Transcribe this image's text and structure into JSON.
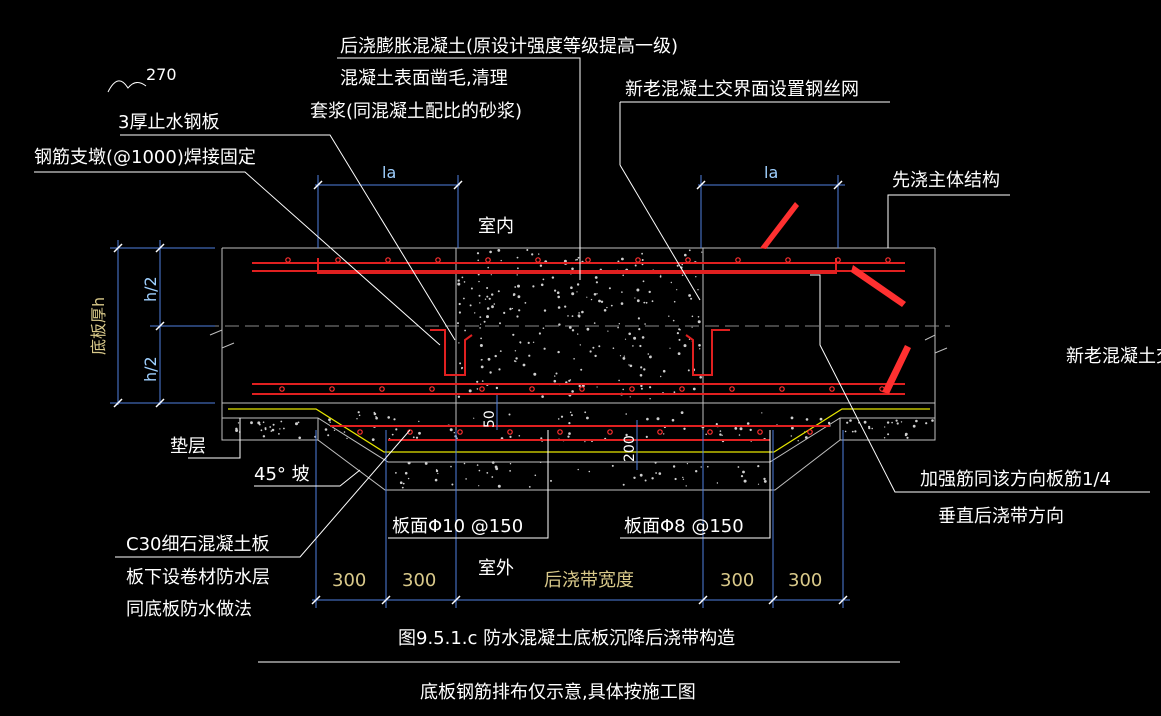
{
  "labels": {
    "post_pour_concrete": "后浇膨胀混凝土(原设计强度等级提高一级)",
    "roughen_surface": "混凝土表面凿毛,清理",
    "mortar": "套浆(同混凝土配比的砂浆)",
    "wire_mesh": "新老混凝土交界面设置钢丝网",
    "first_pour": "先浇主体结构",
    "new_old_interface": "新老混凝土交",
    "steel_plate": "3厚止水钢板",
    "steel_plate_width": "270",
    "rebar_support": "钢筋支墩(@1000)焊接固定",
    "indoor": "室内",
    "outdoor": "室外",
    "cushion": "垫层",
    "slope": "45° 坡",
    "thickness": "底板厚h",
    "half_h_top": "h/2",
    "half_h_bottom": "h/2",
    "la_left": "la",
    "la_right": "la",
    "dim_50": "50",
    "dim_200": "200",
    "rebar_left": "板面Φ10 @150",
    "rebar_right": "板面Φ8 @150",
    "reinforce_1": "加强筋同该方向板筋1/4",
    "reinforce_2": "垂直后浇带方向",
    "c30_1": "C30细石混凝土板",
    "c30_2": "板下设卷材防水层",
    "c30_3": "同底板防水做法",
    "dim_300_a": "300",
    "dim_300_b": "300",
    "dim_300_c": "300",
    "dim_300_d": "300",
    "band_width": "后浇带宽度",
    "caption": "图9.5.1.c 防水混凝土底板沉降后浇带构造",
    "note": "底板钢筋排布仅示意,具体按施工图"
  },
  "colors": {
    "background": "#000000",
    "rebar": "#e02020",
    "dimension": "#4f7fe0",
    "waterproof": "#e6e600",
    "arrow": "#ff3030"
  }
}
